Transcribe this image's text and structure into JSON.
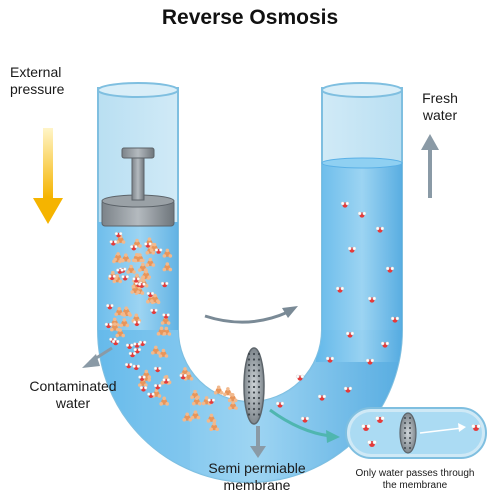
{
  "title": "Reverse Osmosis",
  "labels": {
    "external_pressure": [
      "External",
      "pressure"
    ],
    "fresh_water": [
      "Fresh",
      "water"
    ],
    "contaminated_water": [
      "Contaminated",
      "water"
    ],
    "membrane": [
      "Semi permiable",
      "membrane"
    ],
    "inset_caption": [
      "Only water passes through",
      "the membrane"
    ]
  },
  "stock_id": "982789345",
  "colors": {
    "water_fill": "#5ab0e6",
    "tube_glass": "#cfe9f6",
    "pressure_arrow": "#f5b400",
    "contaminant": "#e8955a",
    "water_molecule_o": "#e53a3a",
    "arrow_gray": "#8a9aa6",
    "arrow_teal": "#4fb6b0"
  },
  "icons": [
    "down-arrow-icon",
    "up-arrow-icon",
    "piston-icon",
    "membrane-icon"
  ]
}
